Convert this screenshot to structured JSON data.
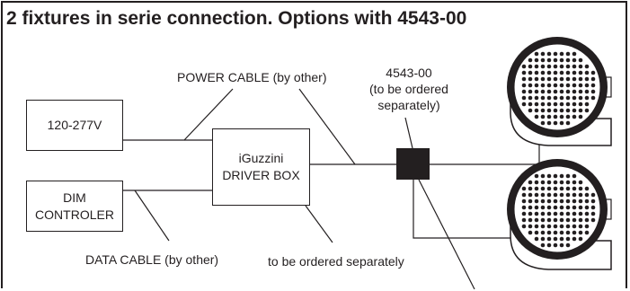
{
  "title": "2 fixtures in serie connection. Options with 4543-00",
  "labels": {
    "power_cable": "POWER CABLE (by other)",
    "data_cable": "DATA CABLE (by other)",
    "ordered_separately": "to be ordered separately",
    "accessory_code": "4543-00",
    "accessory_note_line1": "(to be ordered",
    "accessory_note_line2": "separately)"
  },
  "boxes": {
    "power_supply": "120-277V",
    "dim_controller_line1": "DIM",
    "dim_controller_line2": "CONTROLER",
    "driver_line1": "iGuzzini",
    "driver_line2": "DRIVER BOX"
  },
  "colors": {
    "line": "#231f20",
    "connector": "#231f20",
    "fixture_body": "#ffffff"
  },
  "icons": [
    "projector-fixture-icon",
    "projector-fixture-icon",
    "connector-block-icon"
  ]
}
